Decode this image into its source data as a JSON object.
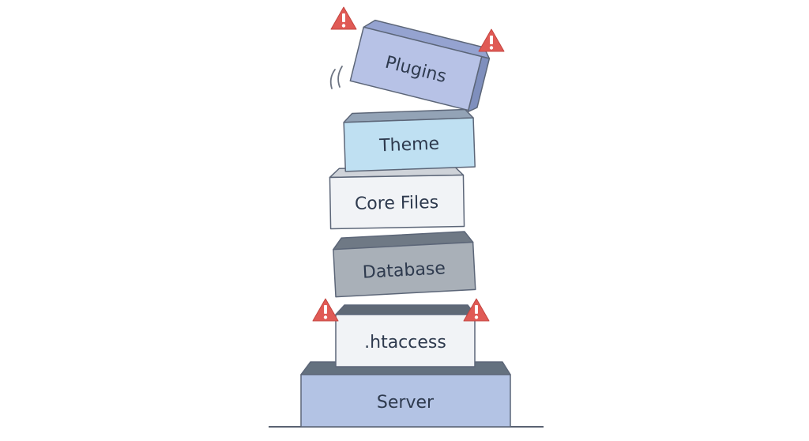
{
  "blocks": {
    "plugins": {
      "label": "Plugins",
      "front": "#b7c2e6",
      "top": "#95a3d0",
      "side": "#7f8fbd"
    },
    "theme": {
      "label": "Theme",
      "front": "#bfe0f2",
      "top": "#93a3b6",
      "side": "#7c8fa6"
    },
    "core": {
      "label": "Core Files",
      "front": "#f1f3f6",
      "top": "#cfd3d9",
      "side": "#b7bcc4"
    },
    "database": {
      "label": "Database",
      "front": "#a9b0b8",
      "top": "#6f7985",
      "side": "#5f6874"
    },
    "htaccess": {
      "label": ".htaccess",
      "front": "#f1f3f6",
      "top": "#5f6976",
      "side": "#4f5966"
    },
    "server": {
      "label": "Server",
      "front": "#b3c3e4",
      "top": "#64717f",
      "side": "#55616f"
    }
  },
  "icons": {
    "warning": "warning-icon",
    "wobble": "wobble-lines"
  }
}
